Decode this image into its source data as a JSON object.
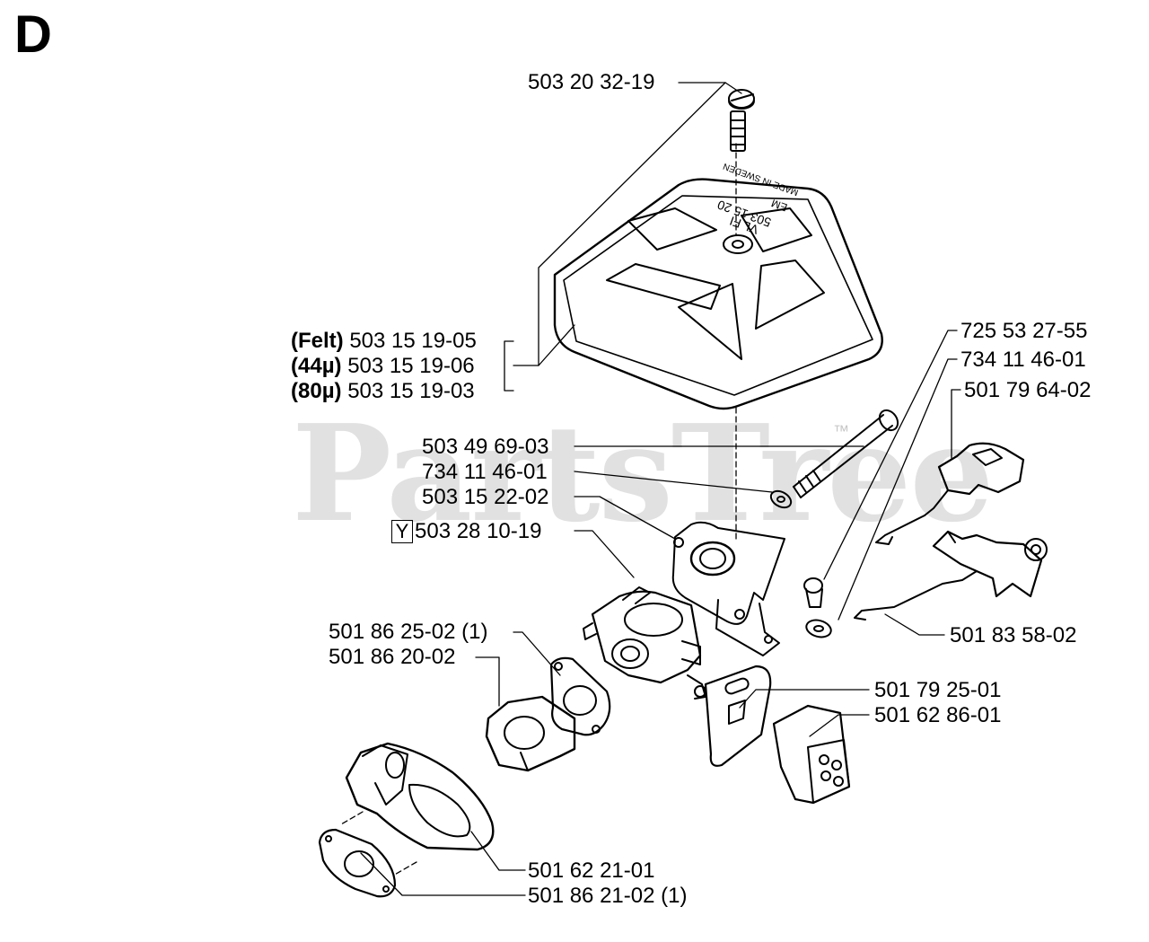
{
  "section": "D",
  "watermark": {
    "text": "PartsTree",
    "tm": "™"
  },
  "cover_text": {
    "line1": "503 15 20",
    "line2": "VL FI",
    "line3": "EM",
    "line4": "MADE IN SWEDEN"
  },
  "labels": {
    "screw_top": "503 20 32-19",
    "filter_felt_tag": "(Felt)",
    "filter_felt": "503 15 19-05",
    "filter_44_tag": "(44µ)",
    "filter_44": "503 15 19-06",
    "filter_80_tag": "(80µ)",
    "filter_80": "503 15 19-03",
    "bolt": "503 49 69-03",
    "washer": "734 11 46-01",
    "holder": "503 15 22-02",
    "carb_mark": "Y",
    "carb": "503 28 10-19",
    "gasket1": "501 86 25-02 (1)",
    "intake": "501 86 20-02",
    "cover_plate": "501 62 21-01",
    "gasket2": "501 86 21-02 (1)",
    "screw_small": "725 53 27-55",
    "washer_small": "734 11 46-01",
    "choke": "501 79 64-02",
    "throttle_link": "501 83 58-02",
    "plate": "501 79 25-01",
    "rubber": "501 62 86-01"
  }
}
